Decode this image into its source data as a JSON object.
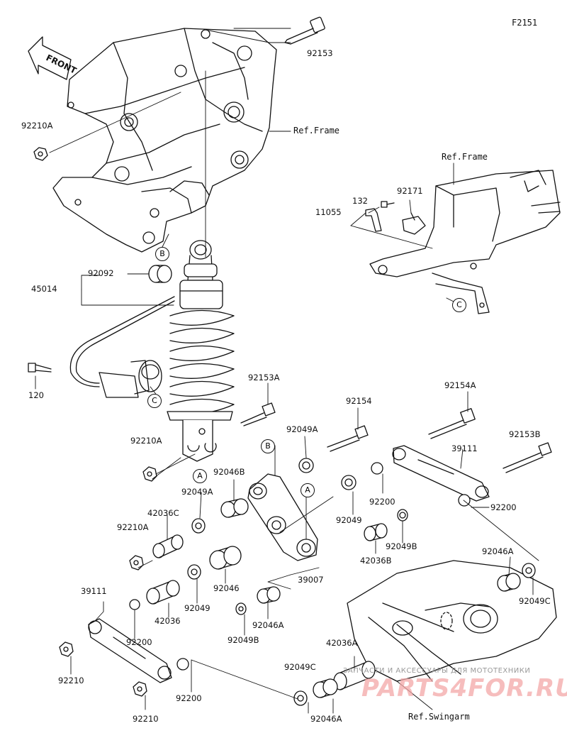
{
  "figure_code": "F2151",
  "front_marker": "FRONT",
  "refs": {
    "frame_top": "Ref.Frame",
    "frame_right": "Ref.Frame",
    "swingarm": "Ref.Swingarm"
  },
  "callouts": {
    "a": "A",
    "b": "B",
    "c": "C"
  },
  "parts": {
    "p92153": "92153",
    "p92210A_top": "92210A",
    "p92092": "92092",
    "p45014": "45014",
    "p120": "120",
    "p132": "132",
    "p92171": "92171",
    "p11055": "11055",
    "p92153A": "92153A",
    "p92154": "92154",
    "p92154A": "92154A",
    "p92153B": "92153B",
    "p92210A_mid": "92210A",
    "p92049A_1": "92049A",
    "p92049A_2": "92049A",
    "p92046B": "92046B",
    "p39111_right": "39111",
    "p92200_1": "92200",
    "p92200_2": "92200",
    "p42036C": "42036C",
    "p92210A_low": "92210A",
    "p92049_1": "92049",
    "p92049B_1": "92049B",
    "p42036B": "42036B",
    "p92046A_right": "92046A",
    "p39007": "39007",
    "p92046": "92046",
    "p92049_2": "92049",
    "p39111_left": "39111",
    "p42036": "42036",
    "p92046A_mid": "92046A",
    "p92049C_right": "92049C",
    "p92200_3": "92200",
    "p92049B_2": "92049B",
    "p42036A": "42036A",
    "p92210_1": "92210",
    "p92049C_low": "92049C",
    "p92200_4": "92200",
    "p92210_2": "92210",
    "p92046A_low": "92046A"
  },
  "watermark": {
    "line1": "ЗАПЧАСТИ И АКСЕССУАРЫ ДЛЯ МОТОТЕХНИКИ",
    "line2": "PARTS4FOR.RU"
  }
}
